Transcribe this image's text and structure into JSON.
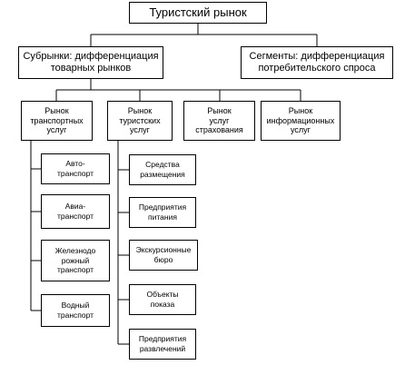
{
  "root": {
    "label": "Туристский рынок"
  },
  "level2": [
    {
      "id": "submarkets",
      "label": "Субрынки: дифференциация\nтоварных рынков"
    },
    {
      "id": "segments",
      "label": "Сегменты: дифференциация\nпотребительского спроса"
    }
  ],
  "level3": [
    {
      "id": "transport",
      "label": "Рынок\nтранспортных\nуслуг"
    },
    {
      "id": "tourist",
      "label": "Рынок\nтуристских\nуслуг"
    },
    {
      "id": "insurance",
      "label": "Рынок\nуслуг\nстрахования"
    },
    {
      "id": "info",
      "label": "Рынок\nинформационных\nуслуг"
    }
  ],
  "transport_items": [
    {
      "label": "Авто-\nтранспорт"
    },
    {
      "label": "Авиа-\nтранспорт"
    },
    {
      "label": "Железнодо\nрожный\nтранспорт"
    },
    {
      "label": "Водный\nтранспорт"
    }
  ],
  "tourist_items": [
    {
      "label": "Средства\nразмещения"
    },
    {
      "label": "Предприятия\nпитания"
    },
    {
      "label": "Экскурсионные\nбюро"
    },
    {
      "label": "Объекты\nпоказа"
    },
    {
      "label": "Предприятия\nразвлечений"
    }
  ]
}
